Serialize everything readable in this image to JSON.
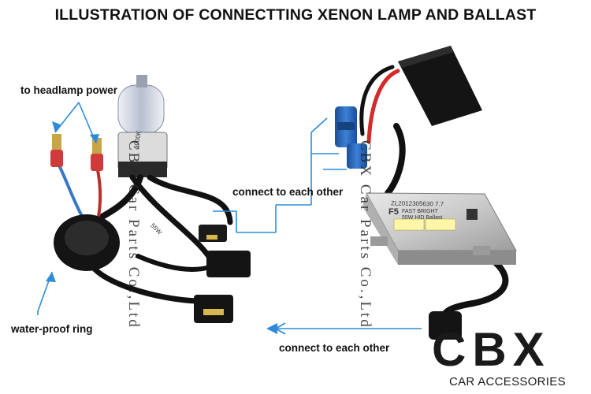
{
  "title": "ILLUSTRATION OF CONNECTTING XENON LAMP AND BALLAST",
  "labels": {
    "headlamp_power": "to headlamp power",
    "connect_top": "connect to each other",
    "waterproof_ring": "water-proof ring",
    "connect_bottom": "connect to each other"
  },
  "watermarks": {
    "left": "CBX Car Parts Co.,Ltd",
    "right": "CBX Car Parts Co.,Ltd"
  },
  "logo": {
    "name": "CBX",
    "subtitle": "CAR ACCESSORIES"
  },
  "ballast": {
    "serial": "ZL2012305630 7.7",
    "model": "F5",
    "brand": "FAST BRIGHT",
    "spec": "55W HID Ballast"
  },
  "bulb": {
    "marking": "6000K",
    "wire_marking": "55W"
  },
  "colors": {
    "annotation_line": "#2e8bd8",
    "logo": "#1a1a1a",
    "red_wire": "#d42a2a",
    "blue_connector": "#1e5fb3"
  }
}
